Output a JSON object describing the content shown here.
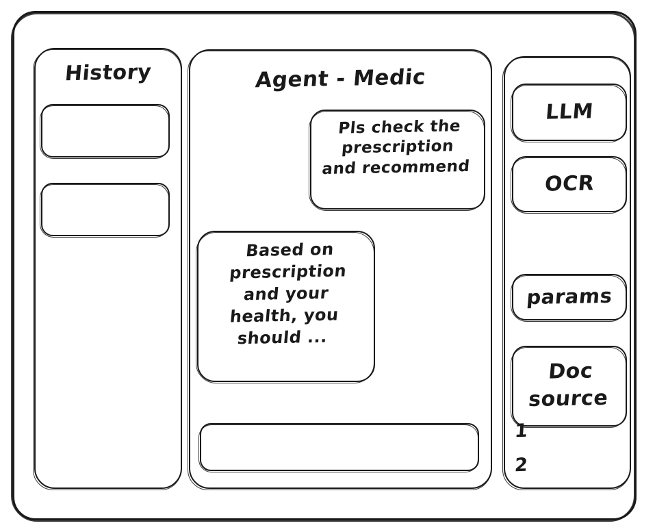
{
  "window": {
    "frame_name": "app-window-frame"
  },
  "sidebar": {
    "title": "History",
    "items": [
      {
        "label": ""
      },
      {
        "label": ""
      }
    ]
  },
  "main": {
    "title": "Agent - Medic",
    "messages": [
      {
        "role": "user",
        "text": "Pls check the\nprescription\nand recommend"
      },
      {
        "role": "assistant",
        "text": "Based on\nprescription\nand your\nhealth, you\nshould ..."
      }
    ],
    "composer": {
      "value": "",
      "placeholder": ""
    }
  },
  "tools": {
    "items": [
      {
        "label": "LLM"
      },
      {
        "label": "OCR"
      },
      {
        "label": "params"
      },
      {
        "label": "Doc\nsource"
      }
    ],
    "doc_entries": [
      {
        "label": "1"
      },
      {
        "label": "2"
      }
    ]
  },
  "colors": {
    "ink": "#1a1a1a",
    "paper": "#ffffff"
  }
}
